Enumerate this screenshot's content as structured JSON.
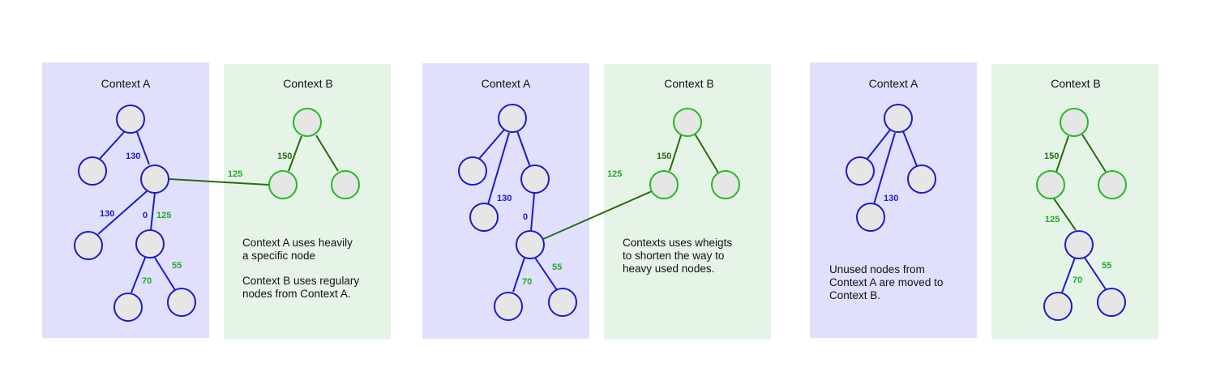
{
  "colors": {
    "context_a_bg": "#e0e0fc",
    "context_b_bg": "#e6f4e8",
    "context_a_node": "#1a1acc",
    "context_b_node": "#22bb22",
    "context_b_edge": "#2a6a10",
    "node_fill": "#e6e6e6"
  },
  "panel_1": {
    "context_a": {
      "title": "Context A",
      "weights": [
        "130",
        "130",
        "0",
        "55",
        "70"
      ],
      "green_weight": "125"
    },
    "context_b": {
      "title": "Context B",
      "weights": [
        "150"
      ],
      "link_weight": "125"
    },
    "note_lines": [
      "Context A uses heavily",
      "a specific node",
      "",
      "Context B uses regulary",
      "nodes from Context A."
    ]
  },
  "panel_2": {
    "context_a": {
      "title": "Context A",
      "weights": [
        "130",
        "0",
        "55",
        "70"
      ]
    },
    "context_b": {
      "title": "Context B",
      "weights": [
        "150"
      ],
      "link_weight": "125"
    },
    "note_lines": [
      "Contexts uses wheigts",
      "to shorten the way to",
      "heavy used nodes."
    ]
  },
  "panel_3": {
    "context_a": {
      "title": "Context A",
      "weights": [
        "130"
      ]
    },
    "context_b": {
      "title": "Context B",
      "weights": [
        "150",
        "125",
        "55",
        "70"
      ]
    },
    "note_lines": [
      "Unused nodes from",
      "Context A are moved to",
      "Context B."
    ]
  }
}
